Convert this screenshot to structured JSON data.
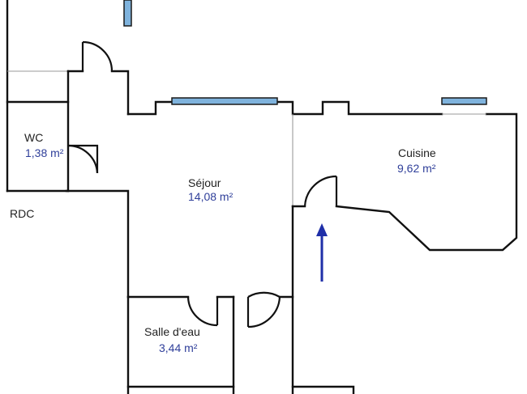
{
  "colors": {
    "wall": "#111111",
    "window": "#7fb3dd",
    "area_text": "#2f3f9a",
    "arrow": "#1f2fa8"
  },
  "plan": {
    "level_label": "RDC",
    "rooms": [
      {
        "name": "WC",
        "area": "1,38 m²"
      },
      {
        "name": "Séjour",
        "area": "14,08 m²"
      },
      {
        "name": "Cuisine",
        "area": "9,62 m²"
      },
      {
        "name": "Salle d'eau",
        "area": "3,44 m²"
      }
    ],
    "icons": {
      "entrance": "entrance-arrow-icon"
    }
  }
}
